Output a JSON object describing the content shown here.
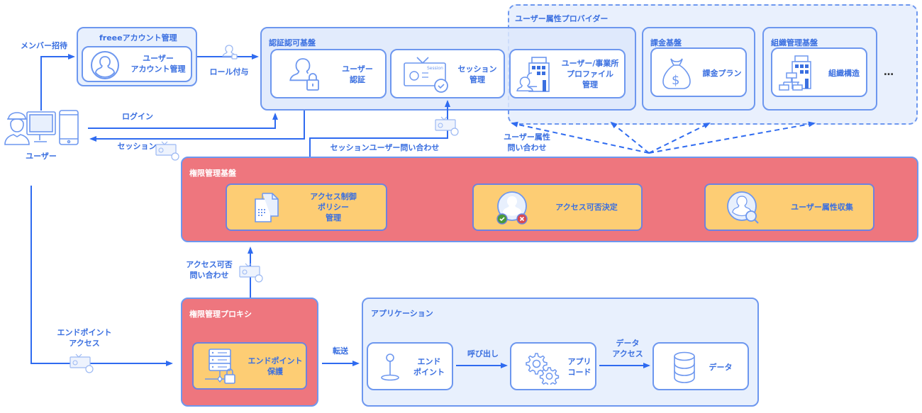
{
  "colors": {
    "blue": "#3a6fe0",
    "line_blue": "#2f6bf0",
    "light_group": "#e8f0fd",
    "red_group": "#ee767e",
    "yellow_box": "#fdcd74"
  },
  "actors": {
    "user": {
      "label": "ユーザー",
      "icon": "user-with-devices-icon"
    }
  },
  "groups": {
    "freee_account": {
      "title": "freeeアカウント管理",
      "boxes": [
        {
          "label": "ユーザー\nアカウント管理",
          "icon": "user-circle-icon"
        }
      ]
    },
    "auth": {
      "title": "認証認可基盤",
      "boxes": [
        {
          "label": "ユーザー\n認証",
          "icon": "user-lock-icon"
        },
        {
          "label": "セッション\n管理",
          "icon": "session-card-icon",
          "icon_text": "Session"
        }
      ]
    },
    "attr_provider": {
      "title": "ユーザー属性プロバイダー",
      "boxes": [
        {
          "label": "ユーザー/事業所\nプロファイル\n管理",
          "icon": "building-users-icon"
        }
      ],
      "more": "…"
    },
    "billing": {
      "title": "課金基盤",
      "boxes": [
        {
          "label": "課金プラン",
          "icon": "money-bag-icon"
        }
      ]
    },
    "org": {
      "title": "組織管理基盤",
      "boxes": [
        {
          "label": "組織構造",
          "icon": "org-building-icon"
        }
      ]
    },
    "permission": {
      "title": "権限管理基盤",
      "boxes": [
        {
          "label": "アクセス制御\nポリシー\n管理",
          "icon": "documents-icon"
        },
        {
          "label": "アクセス可否決定",
          "icon": "user-allow-deny-icon"
        },
        {
          "label": "ユーザー属性収集",
          "icon": "user-search-icon"
        }
      ]
    },
    "proxy": {
      "title": "権限管理プロキシ",
      "boxes": [
        {
          "label": "エンドポイント\n保護",
          "icon": "server-lock-icon"
        }
      ]
    },
    "application": {
      "title": "アプリケーション",
      "boxes": [
        {
          "label": "エンド\nポイント",
          "icon": "endpoint-pin-icon"
        },
        {
          "label": "アプリ\nコード",
          "icon": "gears-icon"
        },
        {
          "label": "データ",
          "icon": "database-icon"
        }
      ]
    }
  },
  "edges": {
    "member_invite": "メンバー招待",
    "role_grant": "ロール付与",
    "login": "ログイン",
    "session": "セッション",
    "session_user_query": "セッションユーザー問い合わせ",
    "user_attr_query": "ユーザー属性\n問い合わせ",
    "access_query": "アクセス可否\n問い合わせ",
    "endpoint_access": "エンドポイント\nアクセス",
    "forward": "転送",
    "call": "呼び出し",
    "data_access": "データ\nアクセス"
  }
}
